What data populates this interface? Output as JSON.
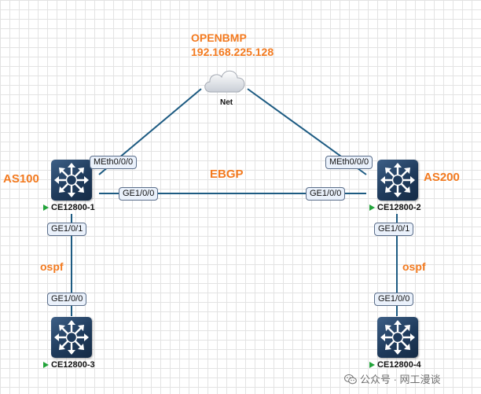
{
  "server": {
    "name": "OPENBMP",
    "ip": "192.168.225.128"
  },
  "cloud": {
    "label": "Net",
    "icon": "cloud-icon"
  },
  "protocols": {
    "ebgp": "EBGP",
    "ospf_left": "ospf",
    "ospf_right": "ospf"
  },
  "as_labels": {
    "left": "AS100",
    "right": "AS200"
  },
  "devices": [
    {
      "name": "CE12800-1",
      "icon": "switch-icon"
    },
    {
      "name": "CE12800-2",
      "icon": "switch-icon"
    },
    {
      "name": "CE12800-3",
      "icon": "switch-icon"
    },
    {
      "name": "CE12800-4",
      "icon": "switch-icon"
    }
  ],
  "ports": {
    "ce1_meth": "MEth0/0/0",
    "ce2_meth": "MEth0/0/0",
    "ce1_ge_ebgp": "GE1/0/0",
    "ce2_ge_ebgp": "GE1/0/0",
    "ce1_ge_down": "GE1/0/1",
    "ce2_ge_down": "GE1/0/1",
    "ce3_ge_up": "GE1/0/0",
    "ce4_ge_up": "GE1/0/0"
  },
  "watermark": {
    "text": "公众号 · 网工漫谈",
    "icon": "wechat-icon"
  },
  "colors": {
    "label_orange": "#f37a1f",
    "link_blue": "#1d5b82",
    "status_green": "#22a33a"
  }
}
